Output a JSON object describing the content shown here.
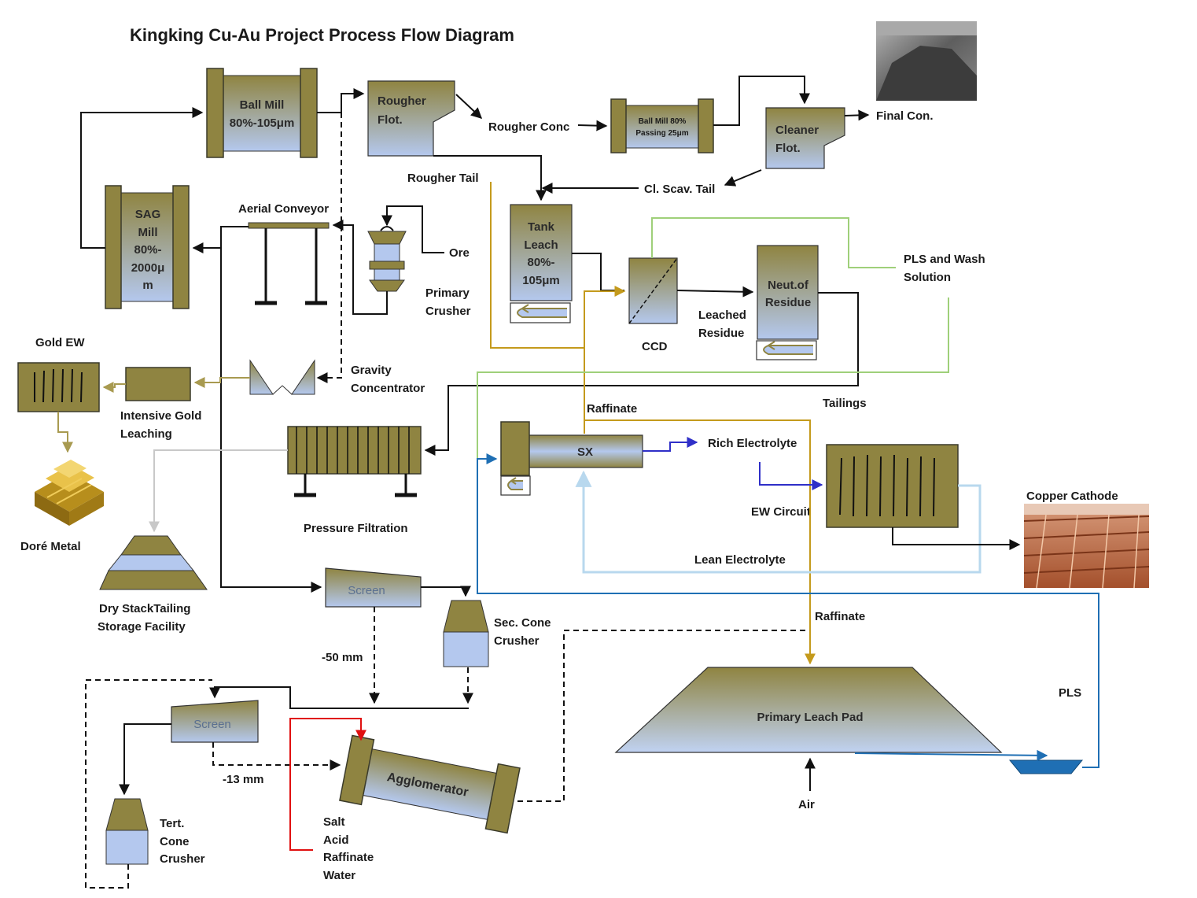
{
  "title": "Kingking Cu-Au Project Process Flow Diagram",
  "nodes": {
    "ball_mill": [
      "Ball Mill",
      "80%-105μm"
    ],
    "sag_mill": [
      "SAG",
      "Mill",
      "80%-",
      "2000μ",
      "m"
    ],
    "rougher_flot": [
      "Rougher",
      "Flot."
    ],
    "rougher_conc": "Rougher Conc",
    "regrind_mill": [
      "Ball Mill 80%",
      "Passing 25μm"
    ],
    "cleaner_flot": [
      "Cleaner",
      "Flot."
    ],
    "final_con": "Final Con.",
    "rougher_tail": "Rougher Tail",
    "cl_scav_tail": "Cl. Scav. Tail",
    "aerial_conveyor": "Aerial Conveyor",
    "ore": "Ore",
    "primary_crusher": [
      "Primary",
      "Crusher"
    ],
    "tank_leach": [
      "Tank",
      "Leach",
      "80%-",
      "105μm"
    ],
    "ccd": "CCD",
    "leached_residue": [
      "Leached",
      "Residue"
    ],
    "neut_residue": [
      "Neut.of",
      "Residue"
    ],
    "pls_wash": [
      "PLS and Wash",
      "Solution"
    ],
    "gold_ew": "Gold EW",
    "intensive_gold": [
      "Intensive Gold",
      "Leaching"
    ],
    "gravity": [
      "Gravity",
      "Concentrator"
    ],
    "dore": "Doré Metal",
    "tailings": "Tailings",
    "raffinate_1": "Raffinate",
    "sx": "SX",
    "rich_electrolyte": "Rich Electrolyte",
    "pressure_filtration": "Pressure  Filtration",
    "ew_circuit": "EW Circuit",
    "copper_cathode": "Copper Cathode",
    "lean_electrolyte": "Lean Electrolyte",
    "dry_stack": [
      "Dry StackTailing",
      "Storage Facility"
    ],
    "screen_1": "Screen",
    "sec_cone": [
      "Sec. Cone",
      "Crusher"
    ],
    "raffinate_2": "Raffinate",
    "minus_50": "-50 mm",
    "screen_2": "Screen",
    "agglomerator": "Agglomerator",
    "primary_leach_pad": "Primary Leach Pad",
    "pls": "PLS",
    "minus_13": "-13 mm",
    "tert_cone": [
      "Tert.",
      "Cone",
      "Crusher"
    ],
    "agglom_inputs": [
      "Salt",
      "Acid",
      "Raffinate",
      "Water"
    ],
    "air": "Air"
  },
  "colors": {
    "equipment_olive": "#8f8441",
    "equipment_blue": "#aac0e8",
    "leach_solution_line": "#c49a1c",
    "pls_line": "#9fd07a",
    "lean_electrolyte_line": "#b8d8ee",
    "rich_electrolyte_line": "#2f2fc8",
    "pls_return_line": "#1f6fb4",
    "reagent_line": "#e01010",
    "gold_line": "#a89a50",
    "tailings_line": "#c8c8c8"
  }
}
